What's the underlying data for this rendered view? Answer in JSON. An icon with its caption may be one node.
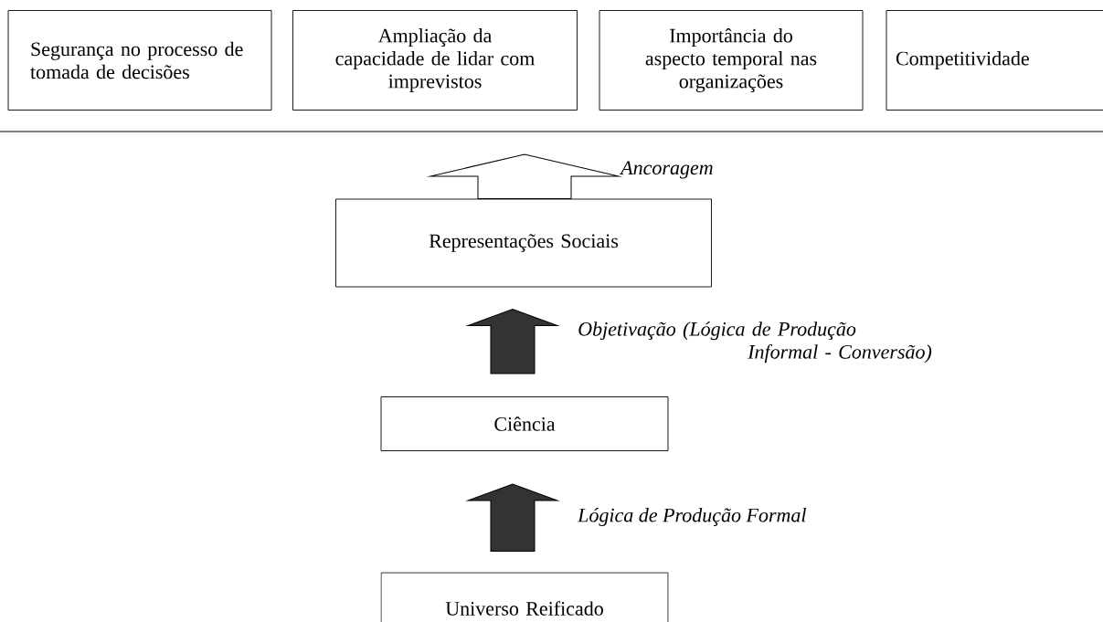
{
  "diagram": {
    "nodes": [
      {
        "text": [
          "Segurança no processo de tomada de decisões"
        ]
      },
      {
        "text": [
          "Ampliação da capacidade de lidar com imprevistos"
        ]
      },
      {
        "text": [
          "Importância do aspecto temporal nas organizações"
        ]
      },
      {
        "text": [
          "Competitividade"
        ]
      },
      {
        "text": [
          "Representações Sociais"
        ]
      },
      {
        "text": [
          "Ciência"
        ]
      },
      {
        "text": [
          "Universo Reificado"
        ]
      }
    ],
    "edges": [
      {
        "from": 6,
        "to": 5,
        "arrow": "to",
        "label": "Lógica de Produção Formal"
      },
      {
        "from": 5,
        "to": 4,
        "arrow": "to",
        "label": "Objetivação (Lógica de Produção Informal - Conversão)"
      },
      {
        "from": 4,
        "to": null,
        "arrow": "to",
        "label": "Ancoragem"
      }
    ]
  }
}
